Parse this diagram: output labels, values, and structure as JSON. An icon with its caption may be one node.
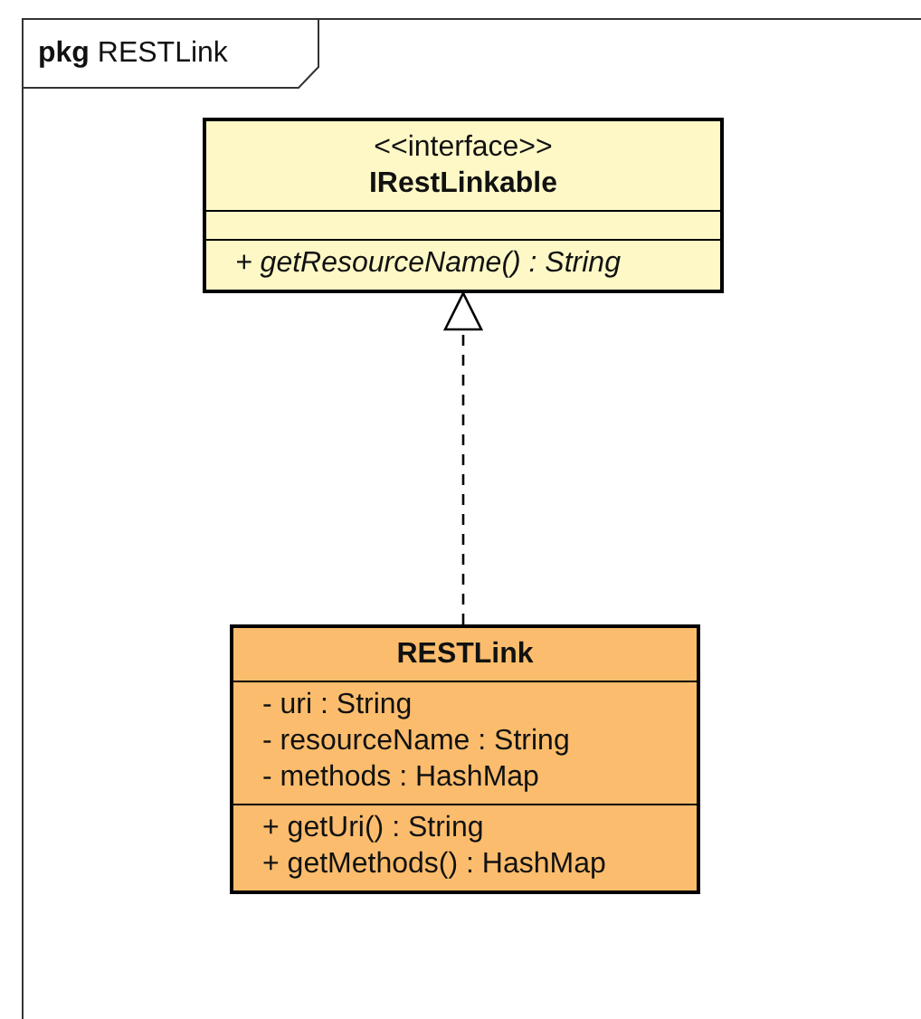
{
  "diagram": {
    "nodes": [
      {
        "text": [
          "**pkg** RESTLink"
        ]
      },
      {
        "text": [
          "<<interface>>",
          "IRestLinkable",
          "+ getResourceName() : String"
        ],
        "in": 0
      },
      {
        "text": [
          "RESTLink",
          "- uri : String",
          "- resourceName : String",
          "- methods : HashMap",
          "+ getUri() : String",
          "+ getMethods() : HashMap"
        ],
        "in": 0
      }
    ],
    "edges": [
      {
        "from": 2,
        "to": 1,
        "arrow": "to",
        "style": "dashed"
      }
    ]
  }
}
